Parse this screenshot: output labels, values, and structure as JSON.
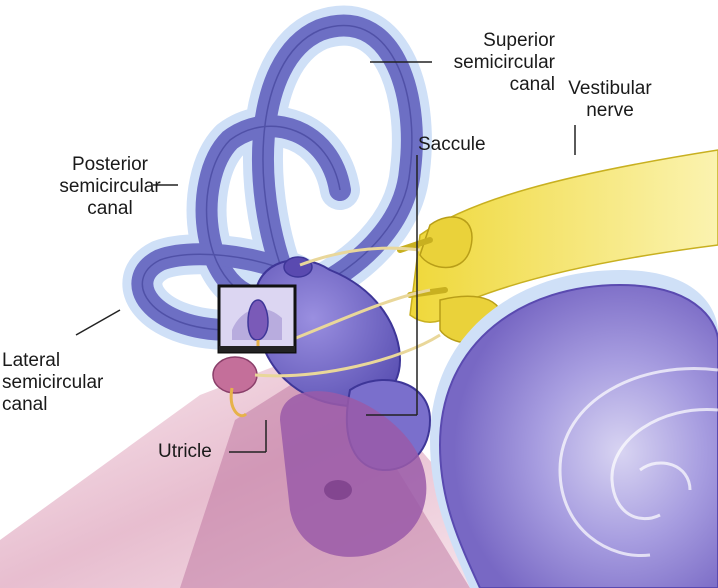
{
  "labels": {
    "superior": [
      "Superior",
      "semicircular",
      "canal"
    ],
    "vestibular": [
      "Vestibular",
      "nerve"
    ],
    "saccule": [
      "Saccule"
    ],
    "posterior": [
      "Posterior",
      "semicircular",
      "canal"
    ],
    "lateral": [
      "Lateral",
      "semicircular",
      "canal"
    ],
    "utricle": [
      "Utricle"
    ]
  },
  "colors": {
    "canal_purple": "#6d6fc4",
    "canal_dark": "#4a4aa0",
    "canal_halo": "#cfe0f7",
    "nerve_yellow": "#f2e04a",
    "cochlea": "#8b7fd0",
    "pink_region": "#c46f9a",
    "leader": "#222222"
  }
}
